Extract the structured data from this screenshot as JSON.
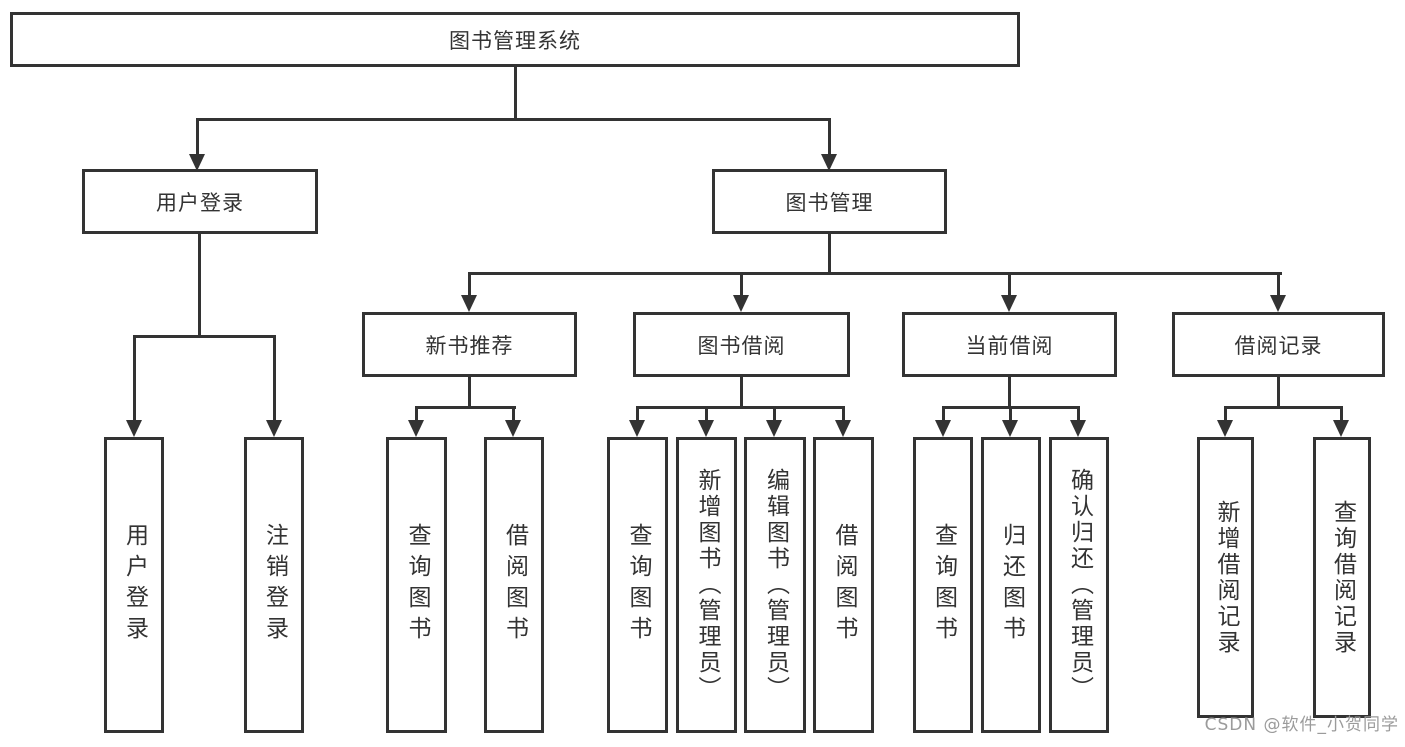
{
  "diagram_type": "hierarchy-tree",
  "colors": {
    "background": "#ffffff",
    "line": "#333333",
    "box_border": "#333333",
    "box_fill": "#ffffff",
    "text": "#333333",
    "watermark": "#9b9b9b"
  },
  "tree": {
    "label": "图书管理系统",
    "children": [
      {
        "label": "用户登录",
        "children": [
          {
            "label": "用户登录"
          },
          {
            "label": "注销登录"
          }
        ]
      },
      {
        "label": "图书管理",
        "children": [
          {
            "label": "新书推荐",
            "children": [
              {
                "label": "查询图书"
              },
              {
                "label": "借阅图书"
              }
            ]
          },
          {
            "label": "图书借阅",
            "children": [
              {
                "label": "查询图书"
              },
              {
                "label": "新增图书（管理员）"
              },
              {
                "label": "编辑图书（管理员）"
              },
              {
                "label": "借阅图书"
              }
            ]
          },
          {
            "label": "当前借阅",
            "children": [
              {
                "label": "查询图书"
              },
              {
                "label": "归还图书"
              },
              {
                "label": "确认归还（管理员）"
              }
            ]
          },
          {
            "label": "借阅记录",
            "children": [
              {
                "label": "新增借阅记录"
              },
              {
                "label": "查询借阅记录"
              }
            ]
          }
        ]
      }
    ]
  },
  "watermark": {
    "text": "CSDN @软件_小贺同学"
  }
}
